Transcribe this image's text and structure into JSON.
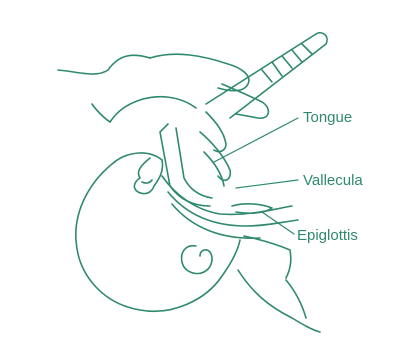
{
  "labels": {
    "tongue": "Tongue",
    "vallecula": "Vallecula",
    "epiglottis": "Epiglottis"
  },
  "colors": {
    "ink": "#2f8a6b",
    "background": "#ffffff"
  }
}
